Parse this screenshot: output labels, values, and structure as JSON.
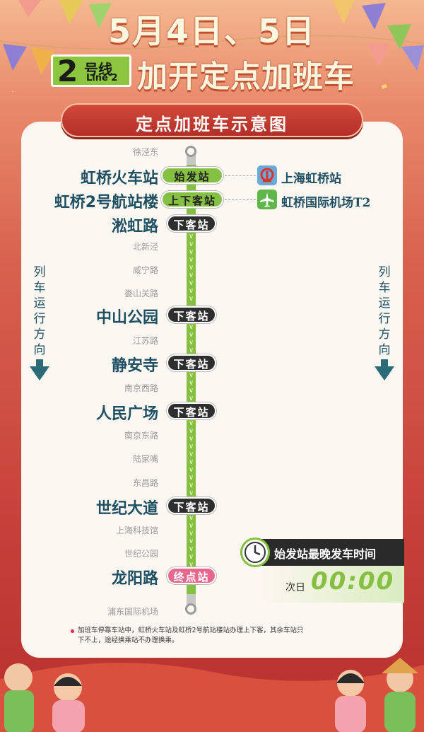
{
  "header": {
    "title_line1": "5月4日、5日",
    "line_badge": {
      "number": "2",
      "cn": "号线",
      "en": "Line 2"
    },
    "title_line2": "加开定点加班车"
  },
  "banner": {
    "title": "定点加班车示意图"
  },
  "direction_label": "列车运行方向",
  "stations": [
    {
      "name": "徐泾东",
      "type": "minor"
    },
    {
      "name": "虹桥火车站",
      "type": "major",
      "badge": "始发站",
      "badge_style": "green",
      "transfer": {
        "label": "上海虹桥站",
        "icon": "rail-icon"
      }
    },
    {
      "name": "虹桥2号航站楼",
      "type": "major",
      "badge": "上下客站",
      "badge_style": "green",
      "transfer": {
        "label": "虹桥国际机场T2",
        "icon": "airplane-icon"
      }
    },
    {
      "name": "淞虹路",
      "type": "major",
      "badge": "下客站",
      "badge_style": "dark"
    },
    {
      "name": "北新泾",
      "type": "minor"
    },
    {
      "name": "威宁路",
      "type": "minor"
    },
    {
      "name": "娄山关路",
      "type": "minor"
    },
    {
      "name": "中山公园",
      "type": "major",
      "badge": "下客站",
      "badge_style": "dark"
    },
    {
      "name": "江苏路",
      "type": "minor"
    },
    {
      "name": "静安寺",
      "type": "major",
      "badge": "下客站",
      "badge_style": "dark"
    },
    {
      "name": "南京西路",
      "type": "minor"
    },
    {
      "name": "人民广场",
      "type": "major",
      "badge": "下客站",
      "badge_style": "dark"
    },
    {
      "name": "南京东路",
      "type": "minor"
    },
    {
      "name": "陆家嘴",
      "type": "minor"
    },
    {
      "name": "东昌路",
      "type": "minor"
    },
    {
      "name": "世纪大道",
      "type": "major",
      "badge": "下客站",
      "badge_style": "dark"
    },
    {
      "name": "上海科技馆",
      "type": "minor"
    },
    {
      "name": "世纪公园",
      "type": "minor"
    },
    {
      "name": "龙阳路",
      "type": "major",
      "badge": "终点站",
      "badge_style": "pink"
    },
    {
      "name": "浦东国际机场",
      "type": "minor"
    }
  ],
  "last_train": {
    "label": "始发站最晚发车时间",
    "day": "次日",
    "time": "00:00"
  },
  "notes": "加班车停靠车站中，虹桥火车站及虹桥2号航站楼站办理上下客，其余车站只下不上，途经换乘站不办理换乘。",
  "colors": {
    "line_green": "#86c042",
    "badge_dark": "#2e2e2e",
    "badge_pink": "#e8688d",
    "station_text": "#1f4f63",
    "banner_red": "#c13a2f"
  }
}
